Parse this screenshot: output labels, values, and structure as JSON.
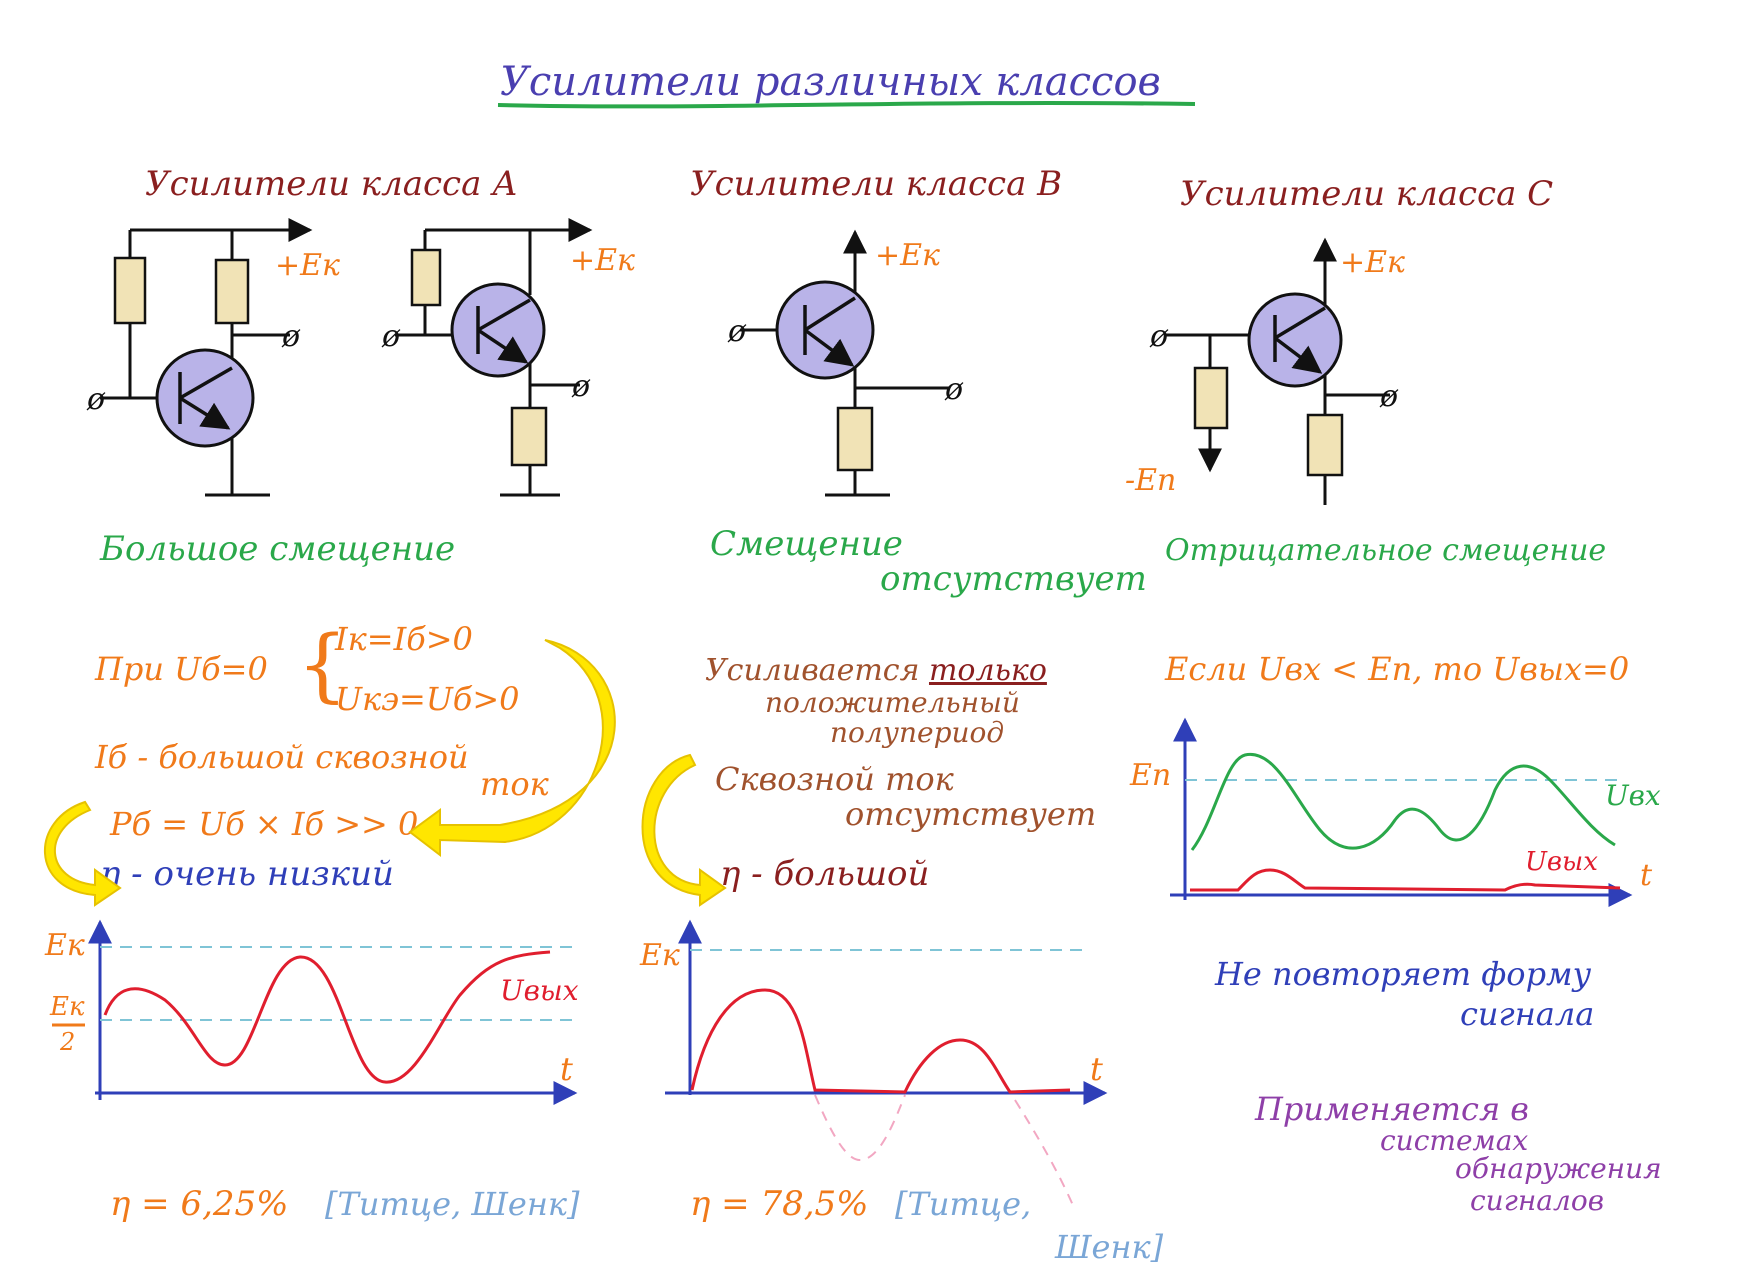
{
  "title": "Усилители различных классов",
  "colors": {
    "title": "#4a3fb0",
    "heading": "#8a1f1f",
    "orange": "#f07a1a",
    "green": "#2aa84a",
    "brown": "#a0522d",
    "blue": "#2f3fb8",
    "purple": "#8e3fa8",
    "red": "#e01e2e",
    "yellow": "#ffe600",
    "resistor": "#f1e3b6",
    "transistor": "#b9b3e8",
    "dashed": "#7fc4d6",
    "pink": "#f2a7c2"
  },
  "class_a": {
    "heading": "Усилители класса А",
    "supply": "+Eк",
    "bias": "Большое смещение",
    "cond_prefix": "При Uб=0",
    "cond1": "Iк=Iб>0",
    "cond2": "Uкэ=Uб>0",
    "current1": "Iб - большой сквозной",
    "current2": "ток",
    "power": "Pб = Uб × Iб >> 0",
    "efficiency": "η - очень низкий",
    "graph_ek": "Eк",
    "graph_half_num": "Eк",
    "graph_half_den": "2",
    "graph_t": "t",
    "graph_uout": "Uвых",
    "eta": "η = 6,25%",
    "ref": "[Титце, Шенк]"
  },
  "class_b": {
    "heading": "Усилители класса В",
    "supply": "+Eк",
    "bias1": "Смещение",
    "bias2": "отсутствует",
    "amp1_a": "Усиливается ",
    "amp1_b": "только",
    "amp2": "положительный",
    "amp3": "полупериод",
    "through1": "Сквозной ток",
    "through2": "отсутствует",
    "efficiency": "η - большой",
    "graph_ek": "Eк",
    "graph_t": "t",
    "eta": "η = 78,5%",
    "ref1": "[Титце,",
    "ref2": "Шенк]"
  },
  "class_c": {
    "heading": "Усилители класса С",
    "supply": "+Eк",
    "neg_supply": "-Eп",
    "bias": "Отрицательное смещение",
    "cond": "Если Uвх < Eп, то Uвых=0",
    "graph_ep": "Eп",
    "graph_uin": "Uвх",
    "graph_uout": "Uвых",
    "graph_t": "t",
    "note1": "Не повторяет форму",
    "note2": "сигнала",
    "app1": "Применяется в",
    "app2": "системах",
    "app3": "обнаружения",
    "app4": "сигналов"
  },
  "symbols": {
    "terminal": "ø"
  }
}
